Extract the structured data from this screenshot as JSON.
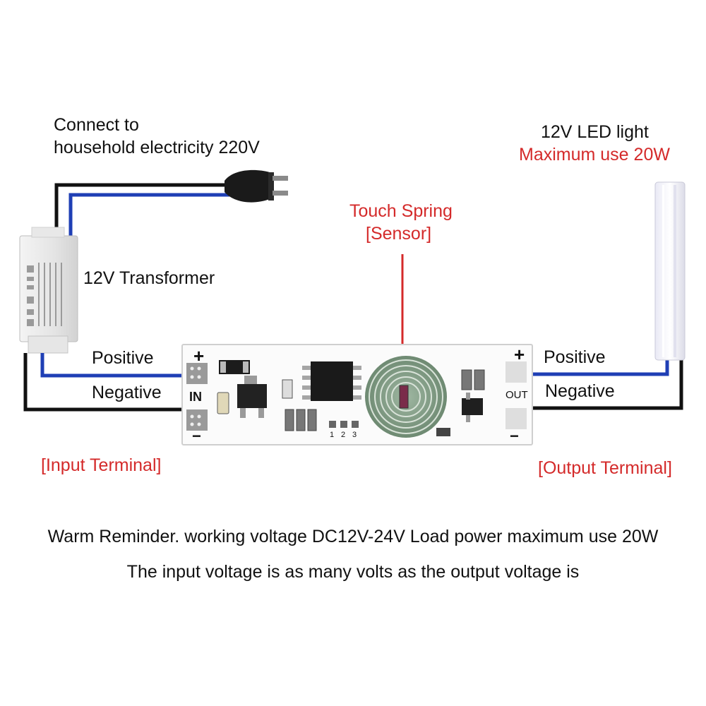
{
  "labels": {
    "power_line1": "Connect to",
    "power_line2": "household electricity 220V",
    "led_title": "12V LED light",
    "led_max": "Maximum use 20W",
    "sensor_line1": "Touch Spring",
    "sensor_line2": "[Sensor]",
    "transformer": "12V Transformer",
    "input_positive": "Positive",
    "input_negative": "Negative",
    "output_positive": "Positive",
    "output_negative": "Negative",
    "input_terminal": "[Input Terminal]",
    "output_terminal": "[Output Terminal]"
  },
  "board": {
    "plus_left": "+",
    "plus_right": "+",
    "minus_left": "−",
    "minus_right": "−",
    "in": "IN",
    "out": "OUT",
    "pins": [
      "1",
      "2",
      "3"
    ]
  },
  "notes": {
    "line1": "Warm Reminder. working voltage DC12V-24V Load power maximum use 20W",
    "line2": "The input voltage is as many volts as the output voltage is"
  },
  "colors": {
    "accent_red": "#d42a2a",
    "positive_wire": "#1f3fb5",
    "negative_wire": "#111111"
  }
}
